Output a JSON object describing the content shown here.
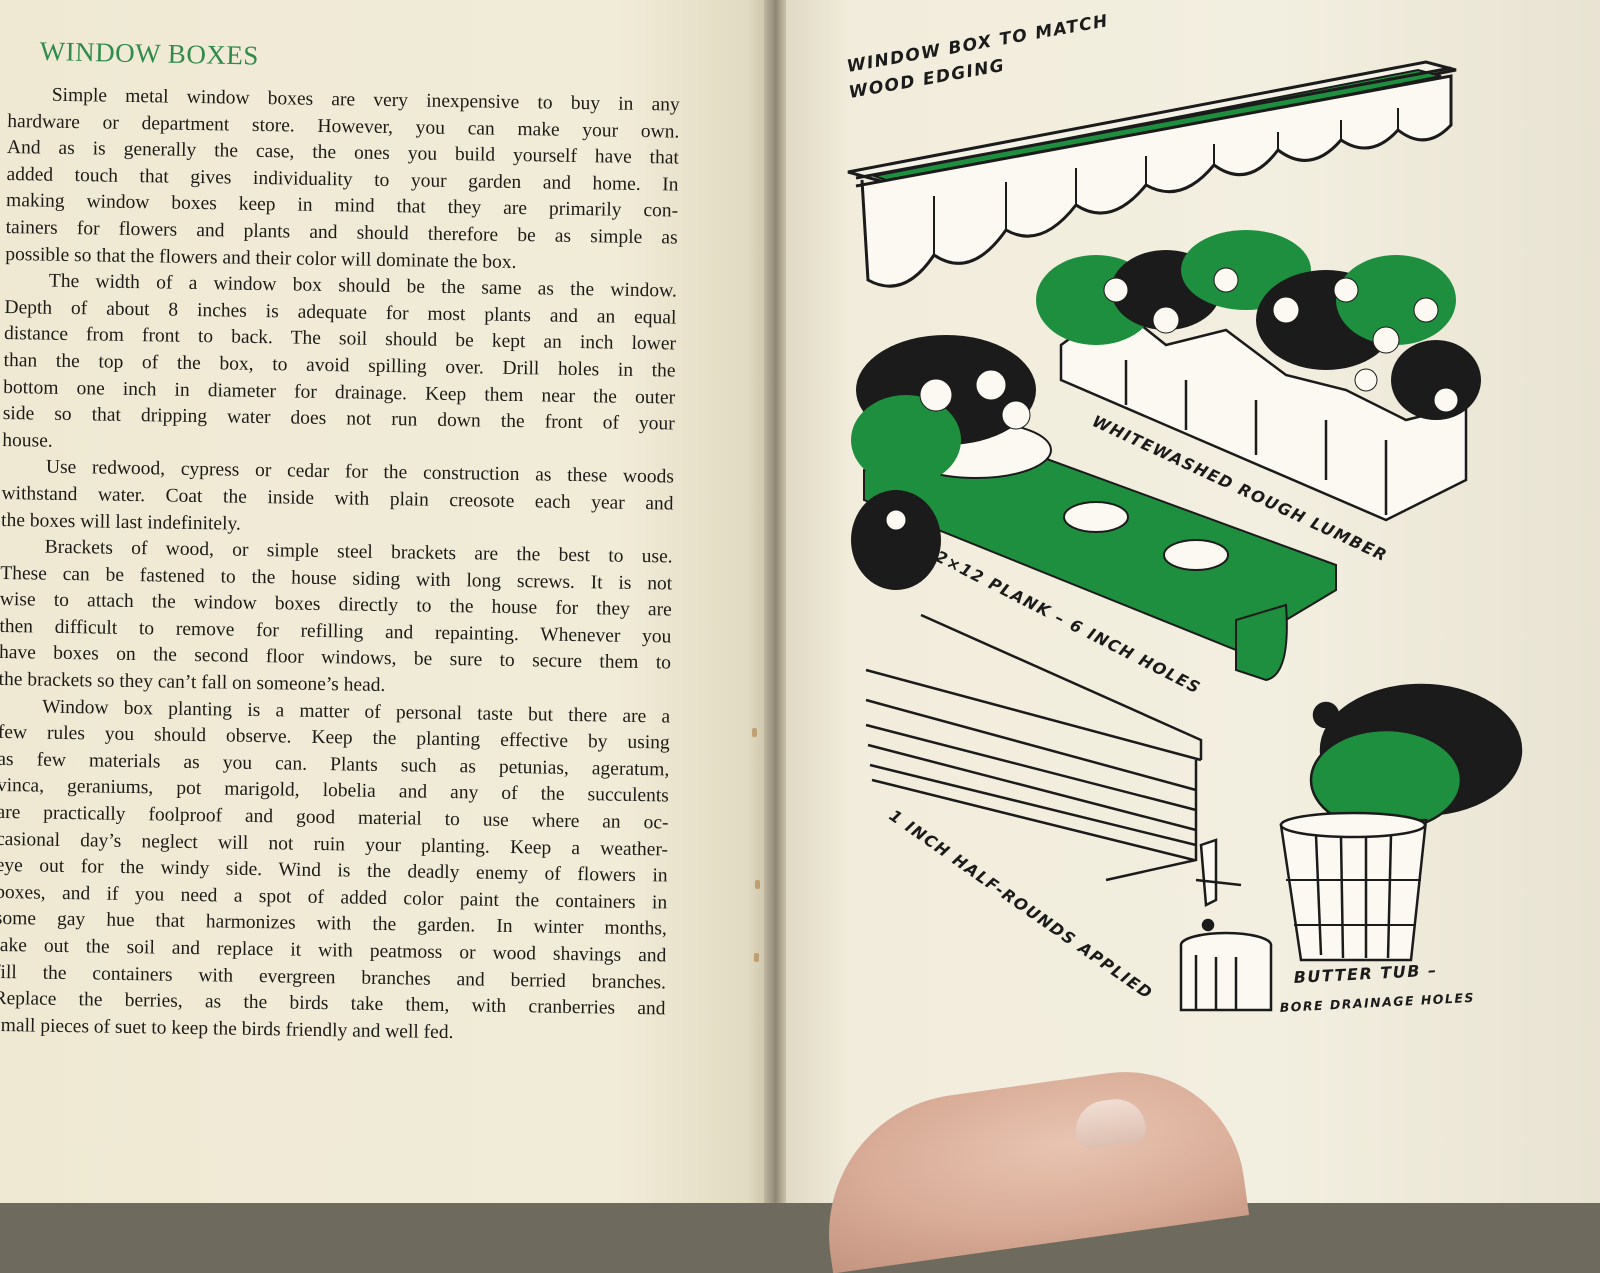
{
  "left_page": {
    "heading": "WINDOW BOXES",
    "lines": [
      {
        "text": "Simple metal window boxes are very inexpensive to buy in any",
        "indent": true
      },
      {
        "text": "hardware or department store. However, you can make your own."
      },
      {
        "text": "And as is generally the case, the ones you build yourself have that"
      },
      {
        "text": "added touch that gives individuality to your garden and home. In"
      },
      {
        "text": "making window boxes keep in mind that they are primarily con-"
      },
      {
        "text": "tainers for flowers and plants and should therefore be as simple as"
      },
      {
        "text": "possible so that the flowers and their color will dominate the box.",
        "last": true
      },
      {
        "text": "The width of a window box should be the same as the window.",
        "indent": true
      },
      {
        "text": "Depth of about 8 inches is adequate for most plants and an equal"
      },
      {
        "text": "distance from front to back. The soil should be kept an inch lower"
      },
      {
        "text": "than the top of the box, to avoid spilling over. Drill holes in the"
      },
      {
        "text": "bottom one inch in diameter for drainage. Keep them near the outer"
      },
      {
        "text": "side so that dripping water does not run down the front of your"
      },
      {
        "text": "house.",
        "last": true
      },
      {
        "text": "Use redwood, cypress or cedar for the construction as these woods",
        "indent": true
      },
      {
        "text": "withstand water. Coat the inside with plain creosote each year and"
      },
      {
        "text": "the boxes will last indefinitely.",
        "last": true
      },
      {
        "text": "Brackets of wood, or simple steel brackets are the best to use.",
        "indent": true
      },
      {
        "text": "These can be fastened to the house siding with long screws. It is not"
      },
      {
        "text": "wise to attach the window boxes directly to the house for they are"
      },
      {
        "text": "then difficult to remove for refilling and repainting. Whenever you"
      },
      {
        "text": "have boxes on the second floor windows, be sure to secure them to"
      },
      {
        "text": "the brackets so they can’t fall on someone’s head.",
        "last": true
      },
      {
        "text": "Window box planting is a matter of personal taste but there are a",
        "indent": true
      },
      {
        "text": "few rules you should observe. Keep the planting effective by using"
      },
      {
        "text": "as few materials as you can. Plants such as petunias, ageratum,"
      },
      {
        "text": "vinca, geraniums, pot marigold, lobelia and any of the succulents"
      },
      {
        "text": "are practically foolproof and good material to use where an oc-"
      },
      {
        "text": "casional day’s neglect will not ruin your planting. Keep a weather-"
      },
      {
        "text": "eye out for the windy side. Wind is the deadly enemy of flowers in"
      },
      {
        "text": "boxes, and if you need a spot of added color paint the containers in"
      },
      {
        "text": "some gay hue that harmonizes with the garden. In winter months,"
      },
      {
        "text": "take out the soil and replace it with peatmoss or wood shavings and"
      },
      {
        "text": "fill the containers with evergreen branches and berried branches."
      },
      {
        "text": "Replace the berries, as the birds take them, with cranberries and"
      },
      {
        "text": "small pieces of suet to keep the birds friendly and well fed.",
        "last": true
      }
    ]
  },
  "right_page": {
    "labels": {
      "box_line1": "WINDOW BOX  TO MATCH",
      "box_line2": "WOOD EDGING",
      "lumber": "WHITEWASHED ROUGH LUMBER",
      "plank": "2×12 PLANK – 6 INCH HOLES",
      "half_rounds": "1 INCH HALF-ROUNDS APPLIED",
      "tub_line1": "BUTTER TUB –",
      "tub_line2": "BORE DRAINAGE HOLES"
    }
  },
  "colors": {
    "heading_green": "#2f8a4b",
    "illustration_green": "#1e8f3e",
    "ink": "#1b1b1b",
    "paper": "#f1ecd8"
  }
}
